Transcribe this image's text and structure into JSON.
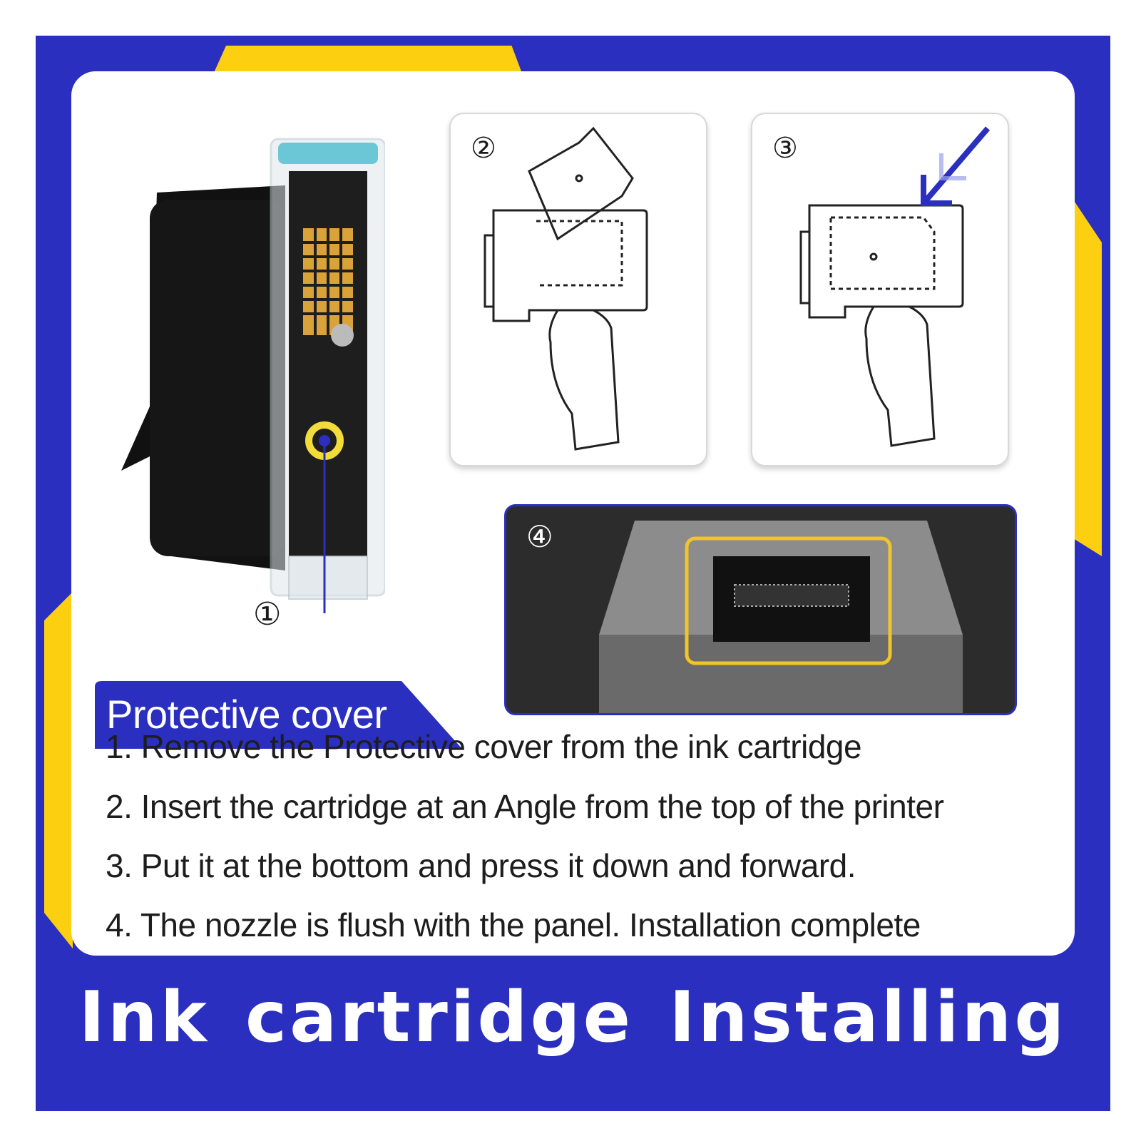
{
  "colors": {
    "frame_blue": "#2a2fc0",
    "accent_yellow": "#fccf10",
    "card_white": "#ffffff"
  },
  "callout": {
    "number": "①",
    "label": "Protective cover"
  },
  "panels": [
    {
      "number": "②",
      "icon": "handheld-printer-insert-angle-icon"
    },
    {
      "number": "③",
      "icon": "handheld-printer-press-down-icon"
    },
    {
      "number": "④",
      "icon": "nozzle-flush-photo"
    }
  ],
  "steps": [
    "1. Remove the Protective cover from the ink cartridge",
    "2. Insert the cartridge at an Angle from the top of the printer",
    "3. Put it at the bottom and press it down and forward.",
    "4. The nozzle is flush with the panel.  Installation complete"
  ],
  "title": "Ink cartridge Installing"
}
